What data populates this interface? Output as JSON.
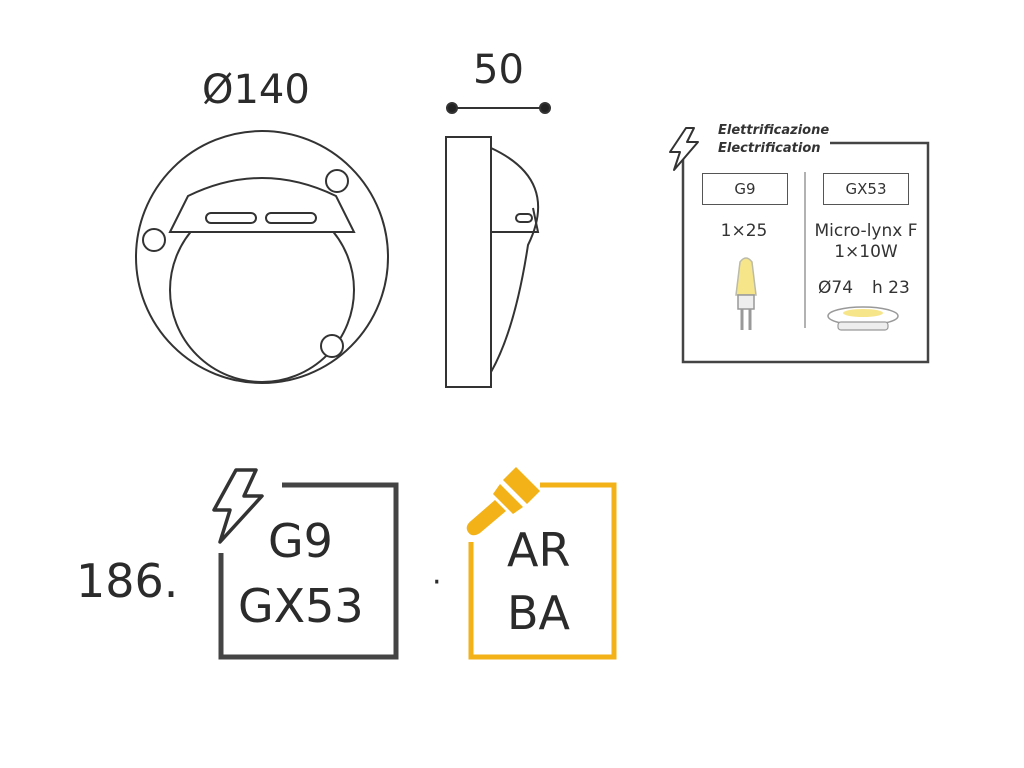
{
  "dimensions": {
    "diameter": "Ø140",
    "depth": "50"
  },
  "electrification_box": {
    "title_it": "Elettrificazione",
    "title_en": "Electrification",
    "left_column": {
      "socket": "G9",
      "rating": "1×25"
    },
    "right_column": {
      "socket": "GX53",
      "lamp_type": "Micro-lynx F",
      "rating": "1×10W",
      "size_diameter": "Ø74",
      "size_height": "h 23"
    }
  },
  "product": {
    "number": "186.",
    "sockets": [
      "G9",
      "GX53"
    ],
    "separator": "·",
    "colors": [
      "AR",
      "BA"
    ]
  },
  "style": {
    "line_color": "#333333",
    "socket_box_color": "#444444",
    "color_box_color": "#f2b218",
    "bulb_glow_color": "#f7e58a"
  }
}
